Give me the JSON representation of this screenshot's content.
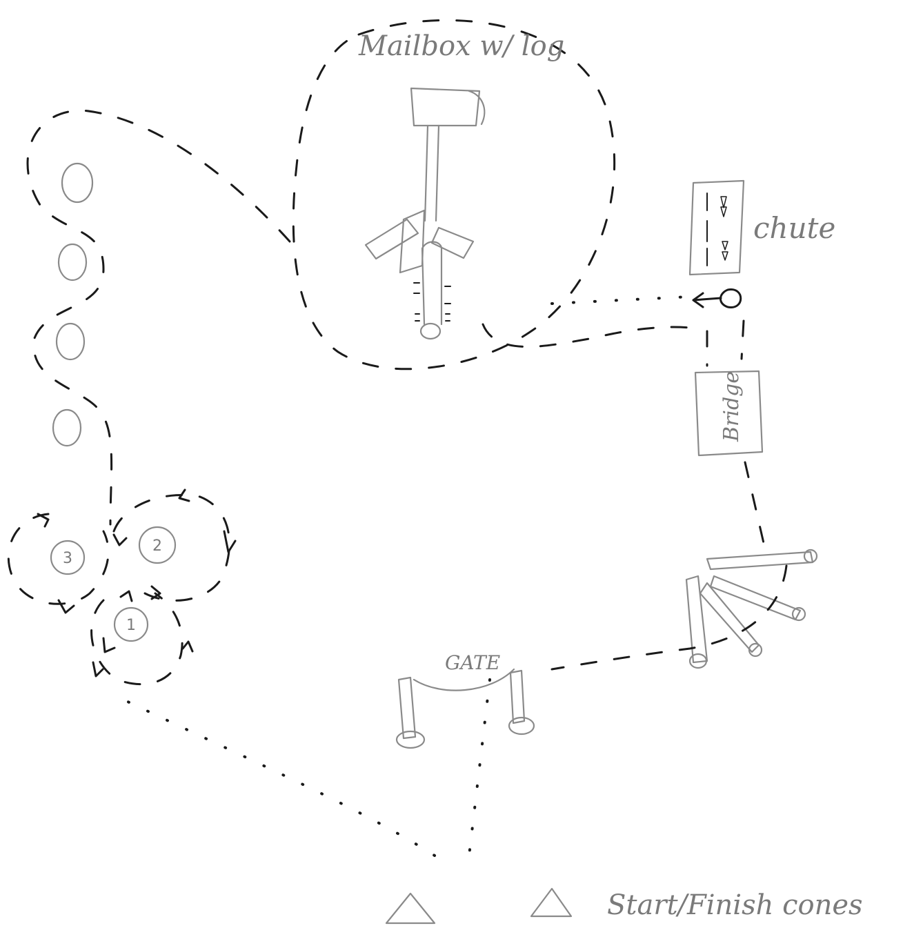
{
  "labels": {
    "mailbox": "Mailbox w/ log",
    "chute": "chute",
    "bridge": "Bridge",
    "gate": "GATE",
    "start_finish": "Start/Finish cones"
  },
  "cone_numbers": [
    "1",
    "2",
    "3"
  ],
  "colors": {
    "ink": "#1a1a1a",
    "pencil": "#8a8a8a",
    "paper": "#ffffff"
  }
}
